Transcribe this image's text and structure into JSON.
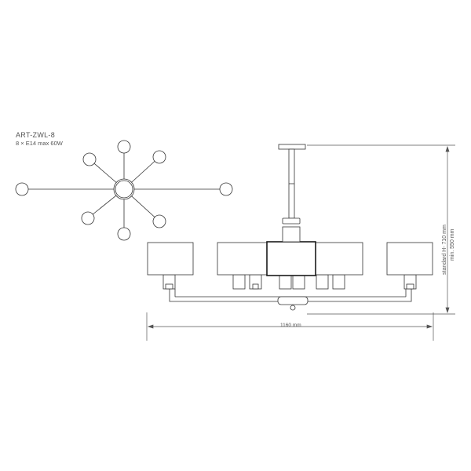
{
  "product": {
    "model": "ART-ZWL-8",
    "spec": "8 × E14 max 60W"
  },
  "dimensions": {
    "width_label": "1160 mm",
    "height_standard_label": "standard H- 710 mm",
    "height_min_label": "min. 550 mm"
  },
  "colors": {
    "line": "#333333",
    "dim_line": "#555555",
    "shade_dark": "#1a1a1a"
  }
}
